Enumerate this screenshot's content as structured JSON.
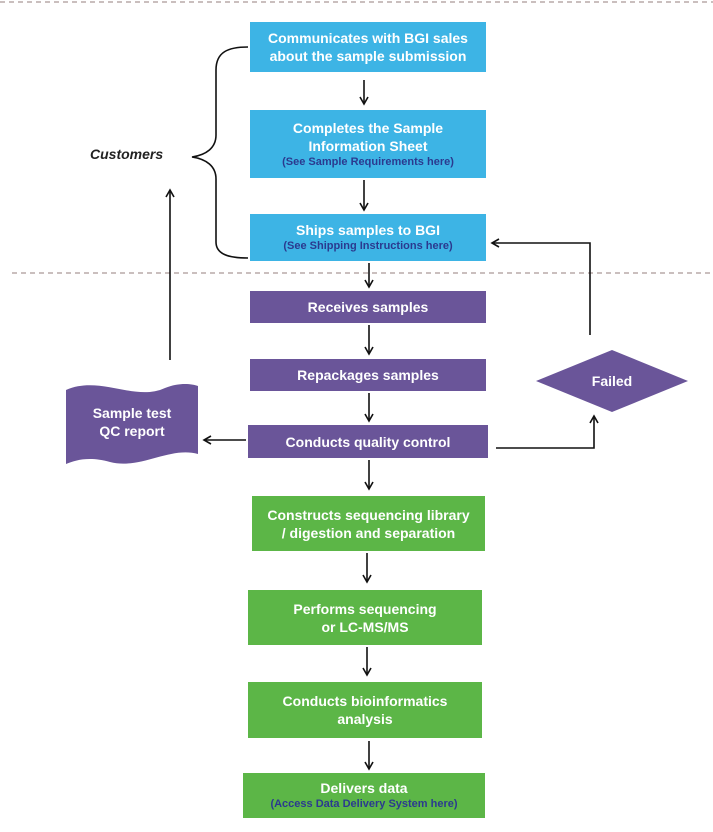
{
  "customer_steps": [
    {
      "line1": "Communicates with BGI sales",
      "line2": "about the sample submission",
      "link": ""
    },
    {
      "line1": "Completes the Sample",
      "line2": "Information Sheet",
      "link": "(See Sample Requirements here)"
    },
    {
      "line1": "Ships samples to BGI",
      "line2": "",
      "link": "(See Shipping Instructions here)"
    }
  ],
  "lab_steps": [
    {
      "label": "Receives samples"
    },
    {
      "label": "Repackages samples"
    },
    {
      "label": "Conducts quality control"
    }
  ],
  "analysis_steps": [
    {
      "line1": "Constructs sequencing library",
      "line2": "/ digestion and separation",
      "link": ""
    },
    {
      "line1": "Performs sequencing",
      "line2": "or LC-MS/MS",
      "link": ""
    },
    {
      "line1": "Conducts bioinformatics",
      "line2": "analysis",
      "link": ""
    },
    {
      "line1": "Delivers data",
      "line2": "",
      "link": "(Access Data Delivery System here)"
    }
  ],
  "customers_label": "Customers",
  "failed_label": "Failed",
  "report": {
    "line1": "Sample test",
    "line2": "QC report"
  },
  "colors": {
    "customer_box": "#3db4e5",
    "lab_box": "#6a5599",
    "analysis_box": "#5cb647",
    "link_text": "#2b3a8f",
    "separator": "#b8aaa8"
  }
}
